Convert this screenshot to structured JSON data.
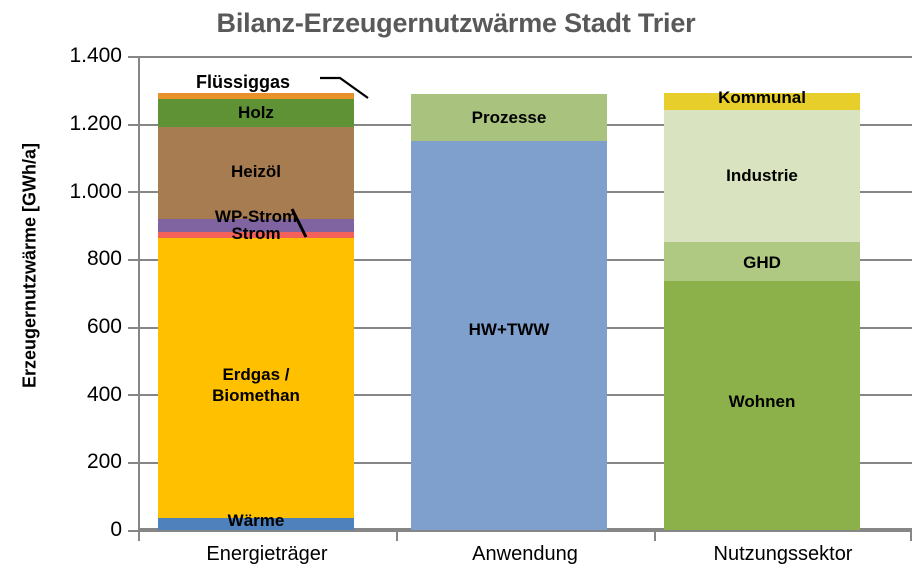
{
  "chart_data": {
    "type": "bar",
    "title": "Bilanz-Erzeugernutzwärme Stadt Trier",
    "subtitle": "",
    "xlabel": "",
    "ylabel": "Erzeugernutzwärme [GWh/a]",
    "ylim": [
      0,
      1400
    ],
    "ytick_values": [
      0,
      200,
      400,
      600,
      800,
      1000,
      1200,
      1400
    ],
    "ytick_labels": [
      "0",
      "200",
      "400",
      "600",
      "800",
      "1.000",
      "1.200",
      "1.400"
    ],
    "grid": true,
    "legend": "none (in-bar data labels)",
    "stacked": true,
    "categories": [
      "Energieträger",
      "Anwendung",
      "Nutzungssektor"
    ],
    "annotations": [
      {
        "text": "Flüssiggas",
        "points_to": "Energieträger / Flüssiggas segment"
      }
    ],
    "columns": [
      {
        "category": "Energieträger",
        "total": 1291,
        "segments": [
          {
            "label": "Wärme",
            "value": 35,
            "color": "#4F81BD"
          },
          {
            "label": "Erdgas /\nBiomethan",
            "value": 827,
            "color": "#FFC000"
          },
          {
            "label": "Strom",
            "value": 18,
            "color": "#F4605A"
          },
          {
            "label": "WP-Strom",
            "value": 38,
            "color": "#8064A2"
          },
          {
            "label": "Heizöl",
            "value": 272,
            "color": "#A87C51"
          },
          {
            "label": "Holz",
            "value": 83,
            "color": "#5E9234"
          },
          {
            "label": "Flüssiggas",
            "value": 18,
            "color": "#E8912B"
          }
        ]
      },
      {
        "category": "Anwendung",
        "total": 1288,
        "segments": [
          {
            "label": "HW+TWW",
            "value": 1149,
            "color": "#7F9FCD"
          },
          {
            "label": "Prozesse",
            "value": 139,
            "color": "#A9C37E"
          }
        ]
      },
      {
        "category": "Nutzungssektor",
        "total": 1290,
        "segments": [
          {
            "label": "Wohnen",
            "value": 735,
            "color": "#8DB14A"
          },
          {
            "label": "GHD",
            "value": 115,
            "color": "#AFC983"
          },
          {
            "label": "Industrie",
            "value": 390,
            "color": "#D9E3BF"
          },
          {
            "label": "Kommunal",
            "value": 50,
            "color": "#E8CE2B"
          }
        ]
      }
    ]
  },
  "title": {
    "text": "Bilanz-Erzeugernutzwärme Stadt Trier"
  },
  "axes": {
    "y_title": "Erzeugernutzwärme [GWh/a]",
    "y_labels": [
      "1.400",
      "1.200",
      "1.000",
      "800",
      "600",
      "400",
      "200",
      "0"
    ],
    "x_labels": [
      "Energieträger",
      "Anwendung",
      "Nutzungssektor"
    ]
  },
  "annotation": {
    "fluessiggas": "Flüssiggas"
  },
  "labels": {
    "waerme": "Wärme",
    "erdgas_line1": "Erdgas /",
    "erdgas_line2": "Biomethan",
    "strom": "Strom",
    "wp_strom": "WP-Strom",
    "heizoel": "Heizöl",
    "holz": "Holz",
    "hw_tww": "HW+TWW",
    "prozesse": "Prozesse",
    "wohnen": "Wohnen",
    "ghd": "GHD",
    "industrie": "Industrie",
    "kommunal": "Kommunal"
  },
  "colors": {
    "title": "#595959",
    "grid": "#868686",
    "background": "#FFFFFF",
    "waerme": "#4F81BD",
    "erdgas": "#FFC000",
    "strom": "#F4605A",
    "wp_strom": "#8064A2",
    "heizoel": "#A87C51",
    "holz": "#5E9234",
    "fluessiggas": "#E8912B",
    "hw_tww": "#7F9FCD",
    "prozesse": "#A9C37E",
    "wohnen": "#8DB14A",
    "ghd": "#AFC983",
    "industrie": "#D9E3BF",
    "kommunal": "#E8CE2B"
  }
}
